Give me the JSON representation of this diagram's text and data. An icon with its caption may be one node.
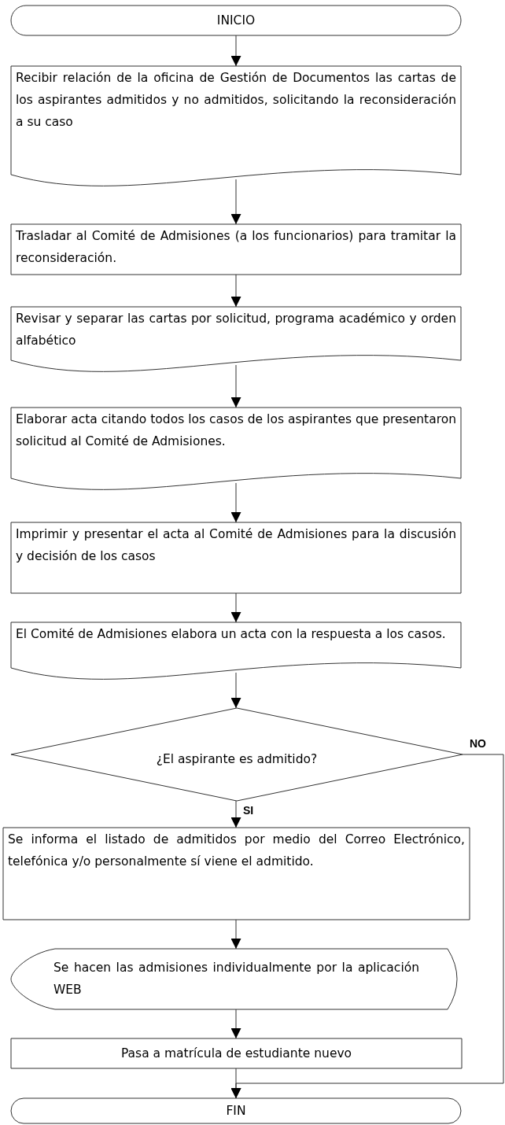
{
  "diagram": {
    "nodes": [
      {
        "text": [
          "INICIO"
        ]
      },
      {
        "text": [
          "Recibir relación de la oficina de Gestión de Documentos las cartas de los aspirantes admitidos y no admitidos, solicitando la reconsideración a su caso"
        ]
      },
      {
        "text": [
          "Trasladar al Comité de Admisiones (a los funcionarios) para tramitar la reconsideración."
        ]
      },
      {
        "text": [
          "Revisar y separar las cartas por solicitud, programa académico y orden alfabético"
        ]
      },
      {
        "text": [
          "Elaborar acta citando todos los casos de los aspirantes que presentaron solicitud al Comité de Admisiones."
        ]
      },
      {
        "text": [
          "Imprimir y presentar el acta al Comité de Admisiones para la discusión y decisión de los casos"
        ]
      },
      {
        "text": [
          "El Comité de Admisiones elabora un acta con la respuesta a los casos."
        ]
      },
      {
        "text": [
          "¿El aspirante es admitido?"
        ]
      },
      {
        "text": [
          "Se informa el listado de admitidos por medio del Correo Electrónico, telefónica y/o personalmente sí viene el admitido."
        ]
      },
      {
        "text": [
          "Se hacen las admisiones individualmente por la aplicación WEB"
        ]
      },
      {
        "text": [
          "Pasa a matrícula de estudiante nuevo"
        ]
      },
      {
        "text": [
          "FIN"
        ]
      }
    ],
    "edges": [
      {
        "from": 0,
        "to": 1,
        "arrow": "to"
      },
      {
        "from": 1,
        "to": 2,
        "arrow": "to"
      },
      {
        "from": 2,
        "to": 3,
        "arrow": "to"
      },
      {
        "from": 3,
        "to": 4,
        "arrow": "to"
      },
      {
        "from": 4,
        "to": 5,
        "arrow": "to"
      },
      {
        "from": 5,
        "to": 6,
        "arrow": "to"
      },
      {
        "from": 6,
        "to": 7,
        "arrow": "to"
      },
      {
        "from": 7,
        "to": 8,
        "arrow": "to",
        "label": "SI"
      },
      {
        "from": 7,
        "to": 11,
        "arrow": "to",
        "label": "NO"
      },
      {
        "from": 8,
        "to": 9,
        "arrow": "to"
      },
      {
        "from": 9,
        "to": 10,
        "arrow": "to"
      },
      {
        "from": 10,
        "to": 11,
        "arrow": "to"
      }
    ]
  }
}
